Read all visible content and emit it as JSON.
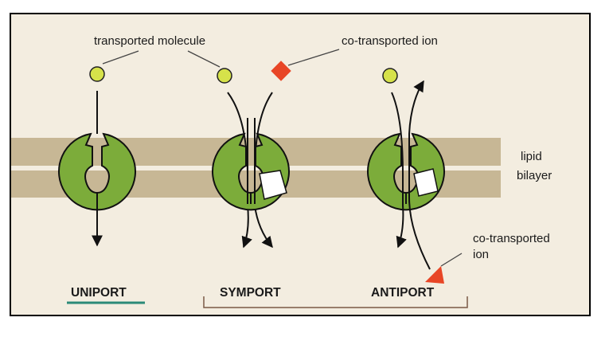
{
  "labels": {
    "transported_molecule": "transported molecule",
    "co_transported_ion_top": "co-transported ion",
    "lipid": "lipid",
    "bilayer": "bilayer",
    "co_transported_ion_bottom_line1": "co-transported",
    "co_transported_ion_bottom_line2": "ion",
    "uniport": "UNIPORT",
    "symport": "SYMPORT",
    "antiport": "ANTIPORT"
  },
  "colors": {
    "page_background": "#f3ede0",
    "membrane": "#c7b795",
    "protein": "#7cac3a",
    "molecule": "#d6e24a",
    "ion": "#e84626",
    "underline": "#2b8a78",
    "bracket": "#7a5a46"
  }
}
